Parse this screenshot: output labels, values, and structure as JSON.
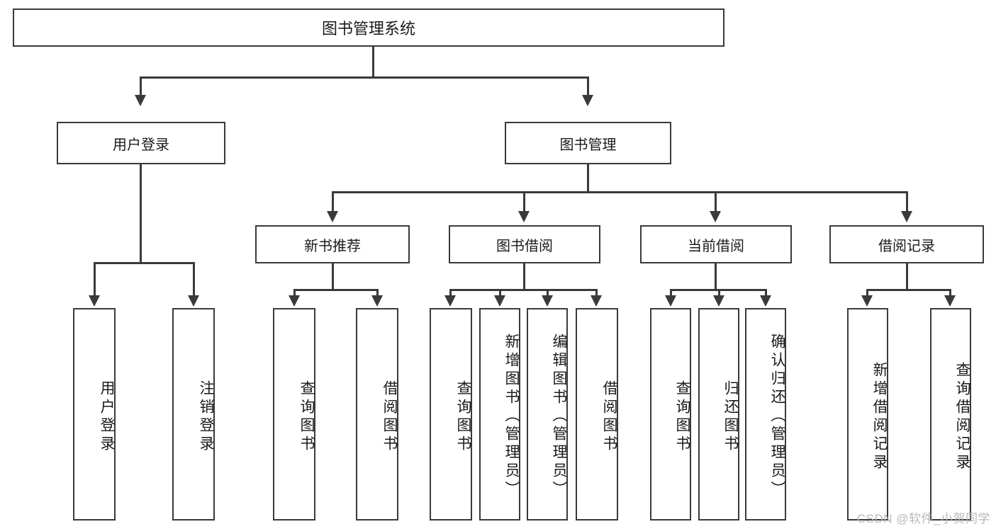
{
  "diagram": {
    "type": "tree",
    "title": "图书管理系统",
    "root": {
      "label": "图书管理系统"
    },
    "level2": [
      {
        "label": "用户登录"
      },
      {
        "label": "图书管理"
      }
    ],
    "level3": [
      {
        "label": "新书推荐"
      },
      {
        "label": "图书借阅"
      },
      {
        "label": "当前借阅"
      },
      {
        "label": "借阅记录"
      }
    ],
    "leaves": {
      "user_login": [
        {
          "label": "用户登录"
        },
        {
          "label": "注销登录"
        }
      ],
      "new_book_recommend": [
        {
          "label": "查询图书"
        },
        {
          "label": "借阅图书"
        }
      ],
      "book_borrow": [
        {
          "label": "查询图书"
        },
        {
          "label": "新增图书（管理员）"
        },
        {
          "label": "编辑图书（管理员）"
        },
        {
          "label": "借阅图书"
        }
      ],
      "current_borrow": [
        {
          "label": "查询图书"
        },
        {
          "label": "归还图书"
        },
        {
          "label": "确认归还（管理员）"
        }
      ],
      "borrow_record": [
        {
          "label": "新增借阅记录"
        },
        {
          "label": "查询借阅记录"
        }
      ]
    }
  },
  "watermark": {
    "text": "CSDN @软件_小贺同学"
  },
  "colors": {
    "stroke": "#3a3a3a",
    "background": "#ffffff",
    "text": "#1a1a1a",
    "watermark": "#b8b8b8"
  }
}
